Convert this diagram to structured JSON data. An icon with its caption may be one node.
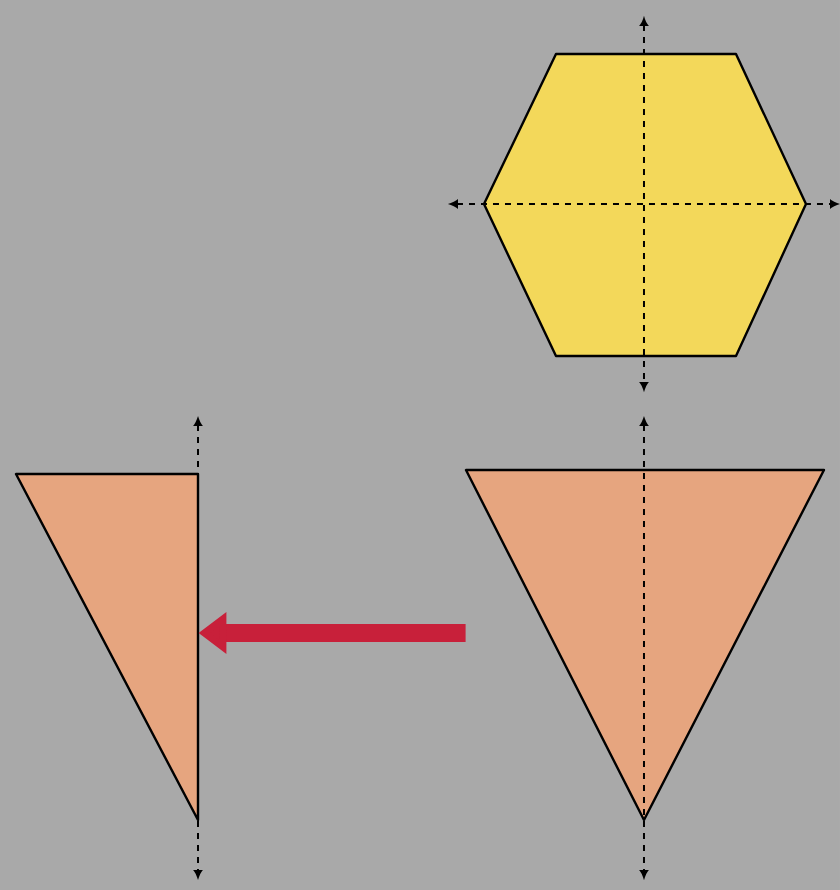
{
  "diagram": {
    "nodes": [
      {
        "text": [],
        "shape": "hexagon"
      },
      {
        "text": [],
        "shape": "triangle"
      },
      {
        "text": [],
        "shape": "triangle"
      }
    ],
    "edges": [
      {
        "from": 2,
        "to": 1,
        "arrow": "to"
      }
    ]
  }
}
